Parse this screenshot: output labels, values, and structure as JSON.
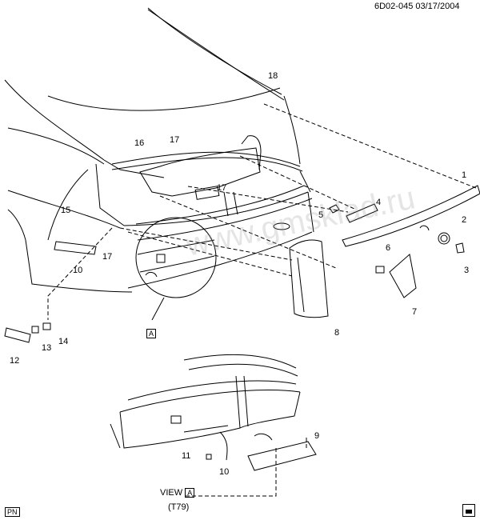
{
  "header": {
    "drawing_id": "6D02-045",
    "date": "03/17/2004"
  },
  "watermark": "www.gmsklad.ru",
  "view": {
    "prefix": "VIEW",
    "letter": "A",
    "code": "(T79)"
  },
  "detail_marker": "A",
  "footer": {
    "left_tag": "PN"
  },
  "callouts": [
    "1",
    "2",
    "3",
    "4",
    "5",
    "6",
    "7",
    "8",
    "9",
    "10",
    "10",
    "11",
    "12",
    "13",
    "14",
    "15",
    "16",
    "17",
    "17",
    "17",
    "18"
  ]
}
